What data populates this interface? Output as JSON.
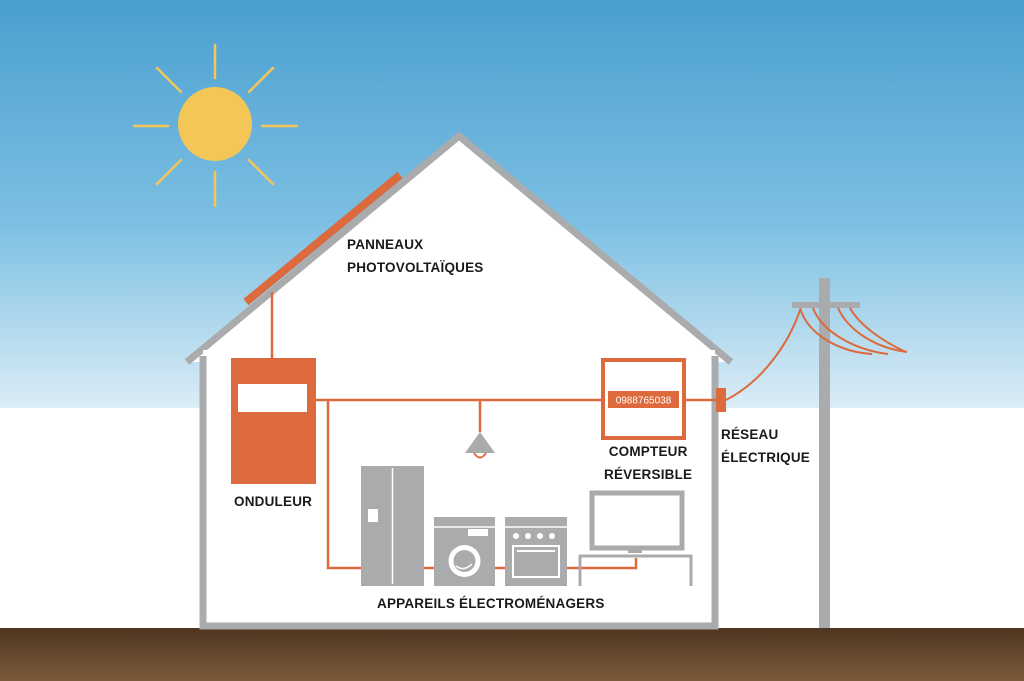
{
  "labels": {
    "panels": [
      "PANNEAUX",
      "PHOTOVOLTAÏQUES"
    ],
    "inverter": "ONDULEUR",
    "meter": [
      "COMPTEUR",
      "RÉVERSIBLE"
    ],
    "grid": [
      "RÉSEAU",
      "ÉLECTRIQUE"
    ],
    "appliances": "APPAREILS ÉLECTROMÉNAGERS"
  },
  "meter_display": "0988765038",
  "colors": {
    "sky_top": "#4a9fd0",
    "sky_bottom": "#d6eaf4",
    "sun": "#f3c657",
    "house_outline": "#a9abac",
    "accent": "#dc6a3c",
    "appliance": "#a9abac",
    "ground": "#6b4a2a"
  }
}
